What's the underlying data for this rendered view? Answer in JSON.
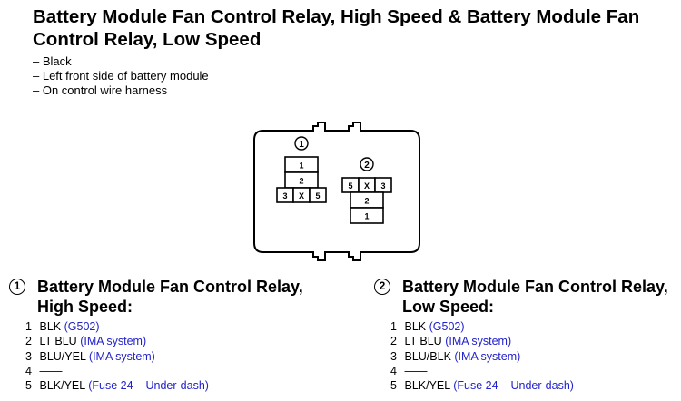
{
  "title": "Battery Module Fan Control Relay, High Speed & Battery Module Fan Control Relay, Low Speed",
  "notes": [
    "– Black",
    "– Left front side of battery module",
    "– On control wire harness"
  ],
  "connector_diagram": {
    "connector_1": {
      "label": "1",
      "cells_top": [
        "1",
        "2"
      ],
      "cells_bottom": [
        "3",
        "X",
        "5"
      ]
    },
    "connector_2": {
      "label": "2",
      "cells_top": [
        "5",
        "X",
        "3"
      ],
      "cells_bottom": [
        "2",
        "1"
      ]
    }
  },
  "sections": [
    {
      "number": "1",
      "heading_line1": "Battery Module Fan Control Relay,",
      "heading_line2": "High Speed:",
      "pins": [
        {
          "num": "1",
          "wire": "BLK",
          "note": "(G502)"
        },
        {
          "num": "2",
          "wire": "LT BLU",
          "note": "(IMA system)"
        },
        {
          "num": "3",
          "wire": "BLU/YEL",
          "note": "(IMA system)"
        },
        {
          "num": "4",
          "wire": "——",
          "note": ""
        },
        {
          "num": "5",
          "wire": "BLK/YEL",
          "note": "(Fuse 24 – Under-dash)"
        }
      ]
    },
    {
      "number": "2",
      "heading_line1": "Battery Module Fan Control Relay,",
      "heading_line2": "Low Speed:",
      "pins": [
        {
          "num": "1",
          "wire": "BLK",
          "note": "(G502)"
        },
        {
          "num": "2",
          "wire": "LT BLU",
          "note": "(IMA system)"
        },
        {
          "num": "3",
          "wire": "BLU/BLK",
          "note": "(IMA system)"
        },
        {
          "num": "4",
          "wire": "——",
          "note": ""
        },
        {
          "num": "5",
          "wire": "BLK/YEL",
          "note": "(Fuse 24 – Under-dash)"
        }
      ]
    }
  ]
}
